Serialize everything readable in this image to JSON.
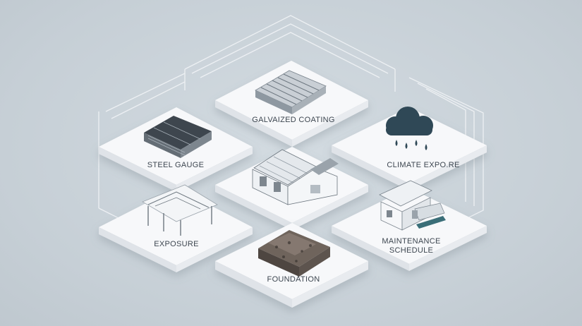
{
  "tiles": {
    "galvanized_coating": {
      "label": "GALVAIZED COATING",
      "icon": "corrugated-panel-icon"
    },
    "steel_gauge": {
      "label": "STEEL GAUGE",
      "icon": "steel-sheet-stack-icon"
    },
    "climate_exposure": {
      "label": "CLIMATE EXPO.RE",
      "icon": "rain-cloud-icon"
    },
    "building": {
      "icon": "steel-building-icon"
    },
    "exposure": {
      "label": "EXPOSURE",
      "icon": "open-shed-icon"
    },
    "maintenance_schedule": {
      "label_line1": "MAINTENANCE",
      "label_line2": "SCHEDULE",
      "icon": "house-icon"
    },
    "foundation": {
      "label": "FOUNDATION",
      "icon": "gravel-foundation-icon"
    }
  },
  "colors": {
    "background": "#c9d2d9",
    "tile_top": "#f7f8fa",
    "tile_side": "#dfe3e8",
    "outline": "#eef2f5",
    "cloud": "#2f4856",
    "text": "#3d4650",
    "accent_teal": "#3a6e78"
  }
}
